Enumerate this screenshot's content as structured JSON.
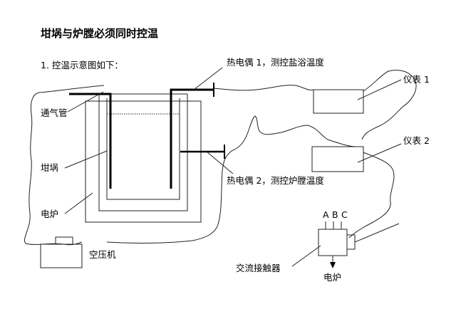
{
  "title": "坩埚与炉膛必须同时控温",
  "intro": "1. 控温示意图如下：",
  "labels": {
    "thermocouple1": "热电偶 1，测控盐浴温度",
    "thermocouple2": "热电偶 2，测控炉膛温度",
    "meter1": "仪表 1",
    "meter2": "仪表 2",
    "vent_pipe": "通气管",
    "crucible": "坩埚",
    "furnace": "电炉",
    "compressor": "空压机",
    "contactor": "交流接触器",
    "phase_a": "A",
    "phase_b": "B",
    "phase_c": "C",
    "contactor_output": "电炉"
  }
}
